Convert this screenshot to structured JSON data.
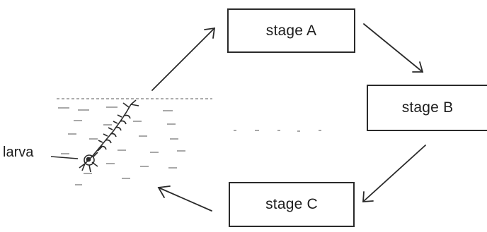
{
  "diagram": {
    "stages": {
      "a": "stage A",
      "b": "stage B",
      "c": "stage C"
    },
    "larva_label": "larva",
    "colors": {
      "line": "#2a2a2a",
      "text": "#1e1e1e",
      "water": "#6e6e6e"
    },
    "icons": [
      "larva-illustration",
      "water-surface",
      "arrow"
    ]
  }
}
